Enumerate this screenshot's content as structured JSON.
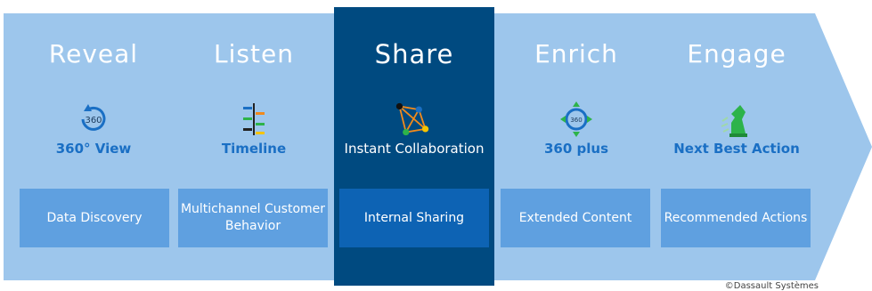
{
  "stages": [
    {
      "title": "Reveal",
      "icon": "360-view-icon",
      "label": "360° View",
      "box": "Data Discovery"
    },
    {
      "title": "Listen",
      "icon": "timeline-icon",
      "label": "Timeline",
      "box": "Multichannel Customer Behavior"
    },
    {
      "title": "Share",
      "icon": "collaboration-network-icon",
      "label": "Instant Collaboration",
      "box": "Internal Sharing",
      "highlighted": true
    },
    {
      "title": "Enrich",
      "icon": "360-plus-icon",
      "label": "360 plus",
      "box": "Extended Content"
    },
    {
      "title": "Engage",
      "icon": "chess-knight-icon",
      "label": "Next Best Action",
      "box": "Recommended Actions"
    }
  ],
  "icon_text": {
    "view360": "360",
    "plus360": "360"
  },
  "colors": {
    "arrow": "#9dc6ec",
    "highlight": "#004a80",
    "box": "#5fa0e0",
    "highlight_box": "#0d63b4",
    "label_blue": "#1a6fc4"
  },
  "copyright": "©Dassault Systèmes"
}
